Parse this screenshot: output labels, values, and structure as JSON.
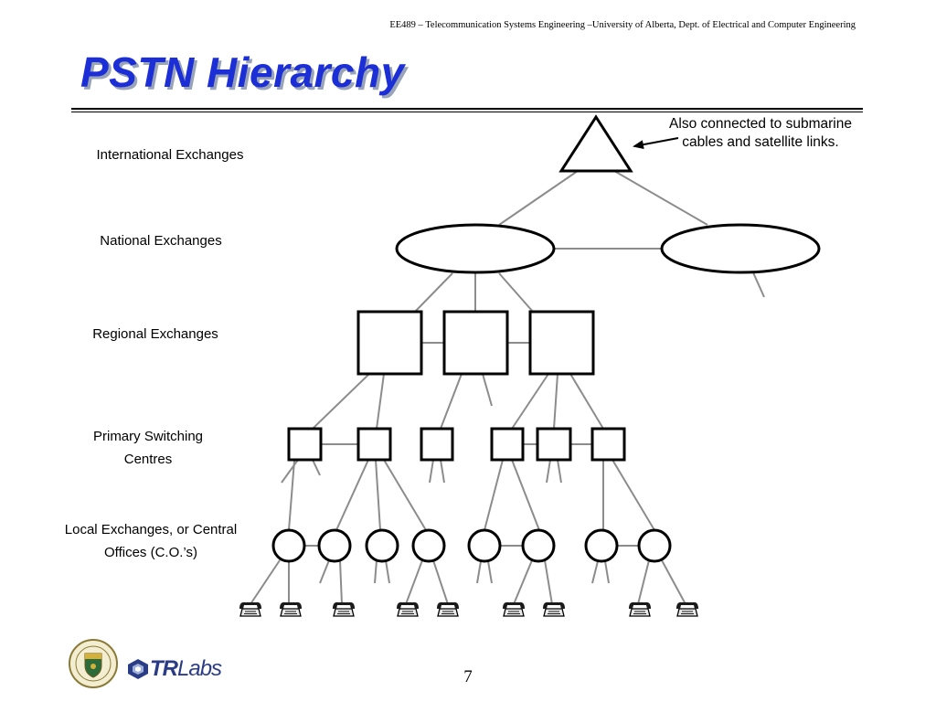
{
  "header": {
    "note": "EE489 – Telecommunication Systems Engineering –University of Alberta, Dept. of Electrical and Computer Engineering",
    "title": "PSTN Hierarchy"
  },
  "levels": [
    {
      "label": "International Exchanges"
    },
    {
      "label": "National Exchanges"
    },
    {
      "label": "Regional Exchanges"
    },
    {
      "label": "Primary Switching Centres"
    },
    {
      "label": "Local Exchanges, or Central Offices (C.O.’s)"
    }
  ],
  "callout": {
    "text": "Also connected to submarine cables and satellite links."
  },
  "footer": {
    "page_number": "7",
    "logos": {
      "university": "University of Alberta",
      "tr_bold": "TR",
      "tr_italic": "Labs"
    }
  },
  "colors": {
    "title": "#1c2fd6",
    "title_shadow": "#9aa4b8",
    "links": "#8c8c8c",
    "nodes": "#000000",
    "logo": "#2b3c86"
  },
  "icons": {
    "telephone": "telephone-icon",
    "university_crest": "university-crest-icon",
    "trlabs_logo": "trlabs-logo-icon"
  }
}
